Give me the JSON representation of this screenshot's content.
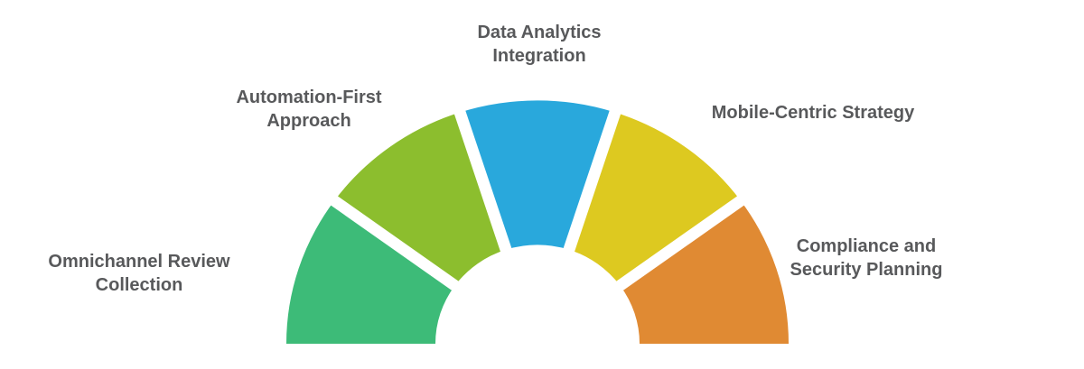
{
  "page": {
    "background_color": "#ffffff"
  },
  "diagram": {
    "type": "semicircle-fan",
    "segment_count": 5,
    "text_color": "#58595b",
    "gap_color": "#ffffff",
    "segments": [
      {
        "id": "omnichannel-review-collection",
        "label": "Omnichannel Review\nCollection",
        "color": "#3dbb78"
      },
      {
        "id": "automation-first-approach",
        "label": "Automation-First\nApproach",
        "color": "#8cbe2e"
      },
      {
        "id": "data-analytics-integration",
        "label": "Data Analytics\nIntegration",
        "color": "#29a8dc"
      },
      {
        "id": "mobile-centric-strategy",
        "label": "Mobile-Centric Strategy",
        "color": "#ddc920"
      },
      {
        "id": "compliance-and-security-planning",
        "label": "Compliance and\nSecurity Planning",
        "color": "#e08a33"
      }
    ]
  }
}
